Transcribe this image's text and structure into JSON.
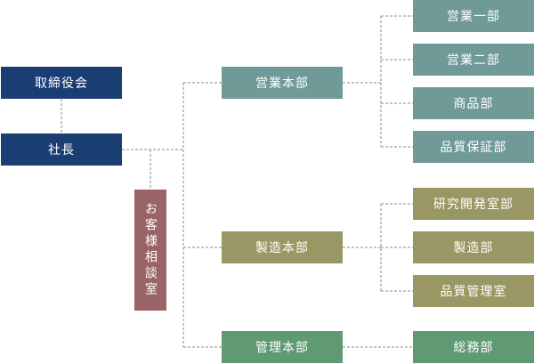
{
  "nodes": {
    "board": "取締役会",
    "president": "社長",
    "customer": "お客様相談室",
    "sales_hq": "営業本部",
    "mfg_hq": "製造本部",
    "admin_hq": "管理本部",
    "sales_1": "営業一部",
    "sales_2": "営業二部",
    "sales_3": "商品部",
    "sales_4": "品質保証部",
    "mfg_1": "研究開発室部",
    "mfg_2": "製造部",
    "mfg_3": "品質管理室",
    "admin_1": "総務部"
  },
  "colors": {
    "navy": "#1a3e73",
    "teal": "#6f9a98",
    "olive": "#999763",
    "green": "#5f9a73",
    "mauve": "#9a6466",
    "connector": "#8a8a8a"
  }
}
